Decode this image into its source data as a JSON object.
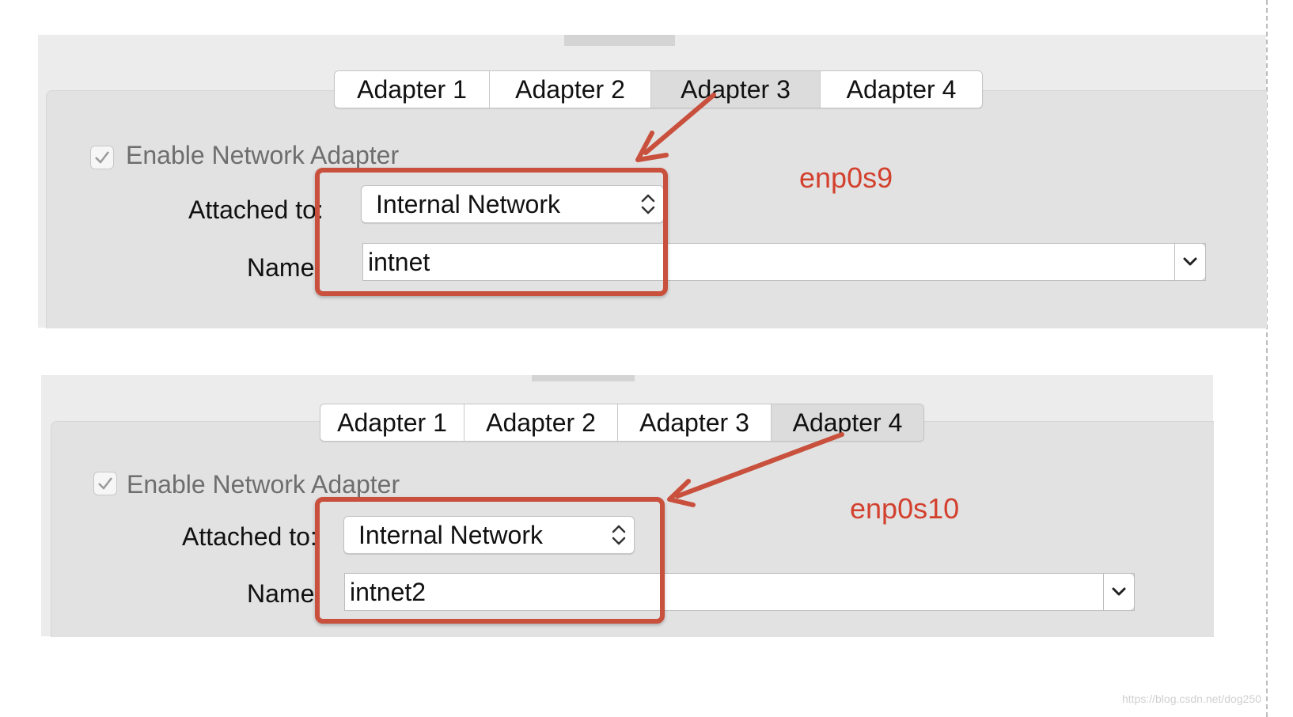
{
  "screens": [
    {
      "tabs": [
        "Adapter 1",
        "Adapter 2",
        "Adapter 3",
        "Adapter 4"
      ],
      "active_tab": "Adapter 3",
      "enable_label": "Enable Network Adapter",
      "enabled": true,
      "attached_label": "Attached to:",
      "attached_value": "Internal Network",
      "name_label": "Name:",
      "name_value": "intnet",
      "annotation": "enp0s9"
    },
    {
      "tabs": [
        "Adapter 1",
        "Adapter 2",
        "Adapter 3",
        "Adapter 4"
      ],
      "active_tab": "Adapter 4",
      "enable_label": "Enable Network Adapter",
      "enabled": true,
      "attached_label": "Attached to:",
      "attached_value": "Internal Network",
      "name_label": "Name:",
      "name_value": "intnet2",
      "annotation": "enp0s10"
    }
  ],
  "annotation_color": "#d3402e",
  "watermark": "https://blog.csdn.net/dog250"
}
